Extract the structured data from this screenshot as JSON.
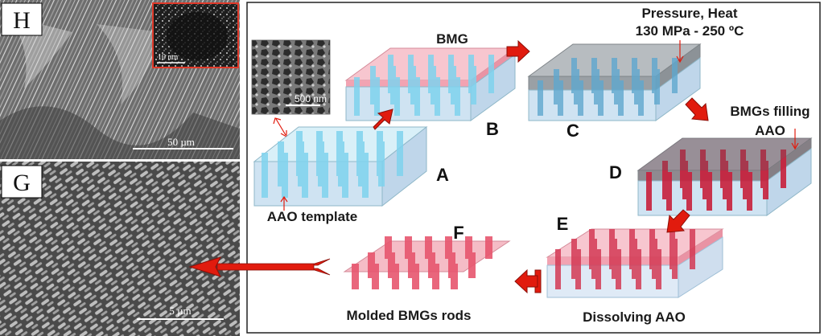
{
  "panels": {
    "h": {
      "letter": "H",
      "scale_bar": "50 µm",
      "inset_scale_bar": "10 nm"
    },
    "g": {
      "letter": "G",
      "scale_bar": "5 µm"
    }
  },
  "process": {
    "template_inset_scale_bar": "500 nm",
    "labels": {
      "bmg": "BMG",
      "pressure_line1": "Pressure, Heat",
      "pressure_line2": "130 MPa - 250 ºC",
      "filling_line1": "BMGs filling",
      "filling_line2": "AAO",
      "aao_template": "AAO template",
      "molded_rods": "Molded BMGs rods",
      "dissolving": "Dissolving AAO"
    },
    "steps": [
      "A",
      "B",
      "C",
      "D",
      "E",
      "F"
    ]
  },
  "colors": {
    "arrow_red": "#e11b0e",
    "aao_blue": "#a9dcef",
    "bmg_pink": "#f2a3b2",
    "rod_red": "#c8203c",
    "frame": "#222222"
  }
}
